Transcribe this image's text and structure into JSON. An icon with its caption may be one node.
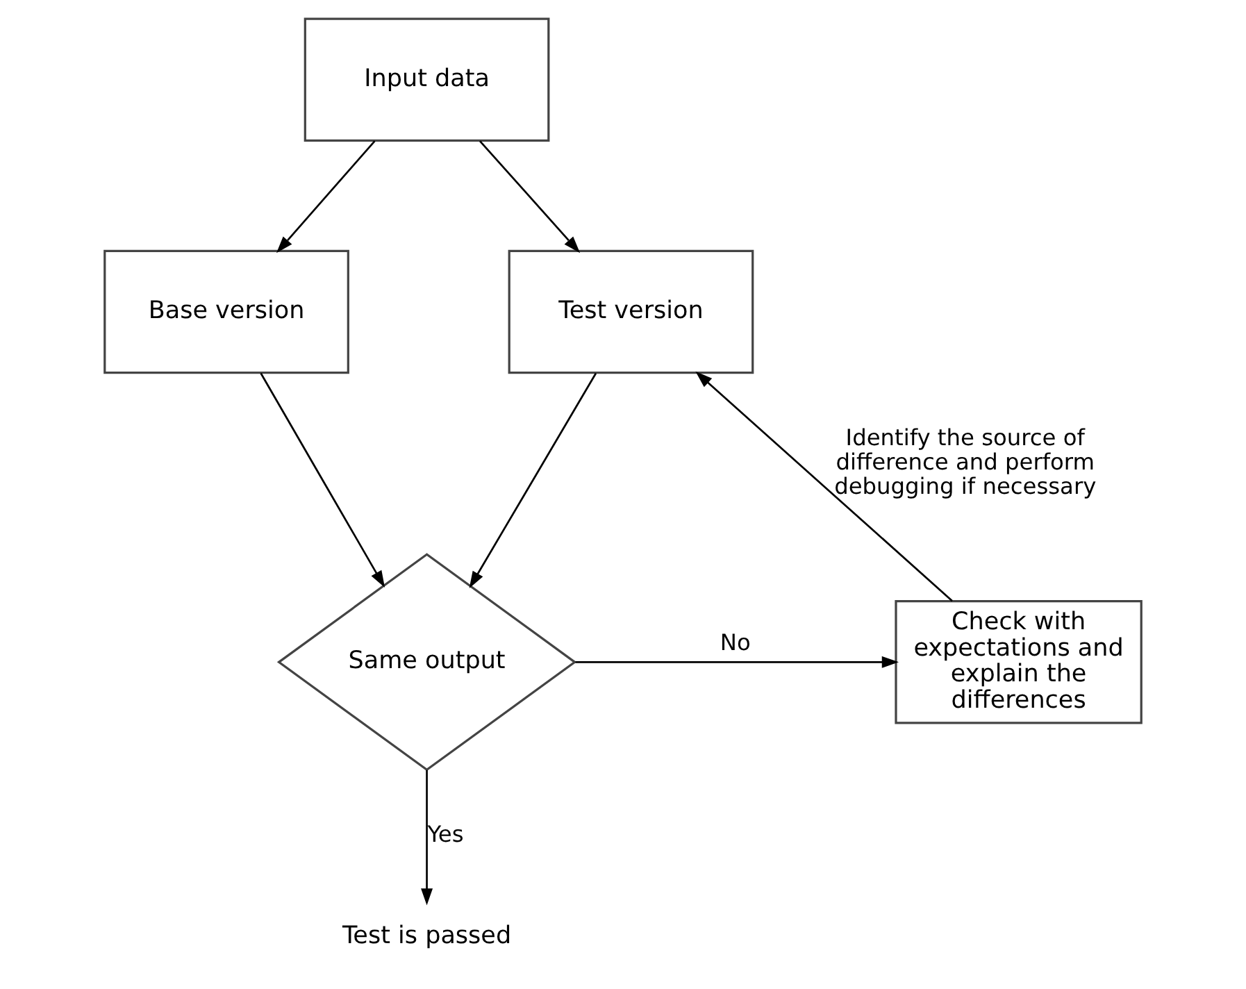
{
  "diagram": {
    "nodes": [
      {
        "text": [
          "Input data"
        ]
      },
      {
        "text": [
          "Base version"
        ]
      },
      {
        "text": [
          "Test version"
        ]
      },
      {
        "text": [
          "Same output"
        ]
      },
      {
        "text": [
          "Check with expectations and explain the differences"
        ]
      },
      {
        "text": [
          "Test is passed"
        ]
      }
    ],
    "edges": [
      {
        "from": 0,
        "to": 1,
        "arrow": "to"
      },
      {
        "from": 0,
        "to": 2,
        "arrow": "to"
      },
      {
        "from": 1,
        "to": 3,
        "arrow": "to"
      },
      {
        "from": 2,
        "to": 3,
        "arrow": "to"
      },
      {
        "from": 3,
        "to": 4,
        "arrow": "to",
        "label": "No"
      },
      {
        "from": 4,
        "to": 2,
        "arrow": "to",
        "label": "Identify the source of difference and perform debugging if necessary"
      },
      {
        "from": 3,
        "to": 5,
        "arrow": "to",
        "label": "Yes"
      }
    ]
  }
}
